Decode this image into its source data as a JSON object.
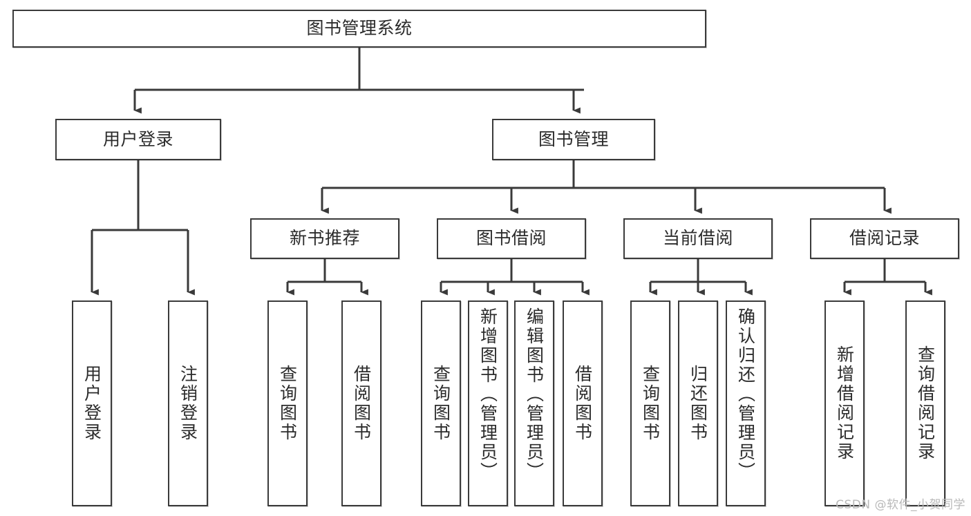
{
  "diagram": {
    "type": "tree-hierarchy-chart",
    "title": "图书管理系统",
    "orientation": "top-down",
    "colors": {
      "box_stroke": "#3a3a3a",
      "box_fill": "#ffffff",
      "edge": "#3a3a3a",
      "text": "#2b2b2b",
      "watermark": "#b9b9b9"
    },
    "root": {
      "id": "root",
      "label": "图书管理系统"
    },
    "level2": [
      {
        "id": "user-login",
        "label": "用户登录"
      },
      {
        "id": "book-management",
        "label": "图书管理"
      }
    ],
    "level3": [
      {
        "id": "new-book-recommend",
        "label": "新书推荐",
        "parent": "book-management"
      },
      {
        "id": "book-borrow",
        "label": "图书借阅",
        "parent": "book-management"
      },
      {
        "id": "current-borrow",
        "label": "当前借阅",
        "parent": "book-management"
      },
      {
        "id": "borrow-record",
        "label": "借阅记录",
        "parent": "book-management"
      }
    ],
    "leaves": [
      {
        "id": "leaf-user-login",
        "label": "用户登录",
        "parent": "user-login"
      },
      {
        "id": "leaf-user-logout",
        "label": "注销登录",
        "parent": "user-login"
      },
      {
        "id": "leaf-query-book-1",
        "label": "查询图书",
        "parent": "new-book-recommend"
      },
      {
        "id": "leaf-borrow-book-1",
        "label": "借阅图书",
        "parent": "new-book-recommend"
      },
      {
        "id": "leaf-query-book-2",
        "label": "查询图书",
        "parent": "book-borrow"
      },
      {
        "id": "leaf-add-book",
        "label": "新增图书（管理员）",
        "parent": "book-borrow"
      },
      {
        "id": "leaf-edit-book",
        "label": "编辑图书（管理员）",
        "parent": "book-borrow"
      },
      {
        "id": "leaf-borrow-book-2",
        "label": "借阅图书",
        "parent": "book-borrow"
      },
      {
        "id": "leaf-query-book-3",
        "label": "查询图书",
        "parent": "current-borrow"
      },
      {
        "id": "leaf-return-book",
        "label": "归还图书",
        "parent": "current-borrow"
      },
      {
        "id": "leaf-confirm-return",
        "label": "确认归还（管理员）",
        "parent": "current-borrow"
      },
      {
        "id": "leaf-add-record",
        "label": "新增借阅记录",
        "parent": "borrow-record"
      },
      {
        "id": "leaf-query-record",
        "label": "查询借阅记录",
        "parent": "borrow-record"
      }
    ]
  },
  "watermark": {
    "text": "CSDN @软件_小贺同学"
  }
}
